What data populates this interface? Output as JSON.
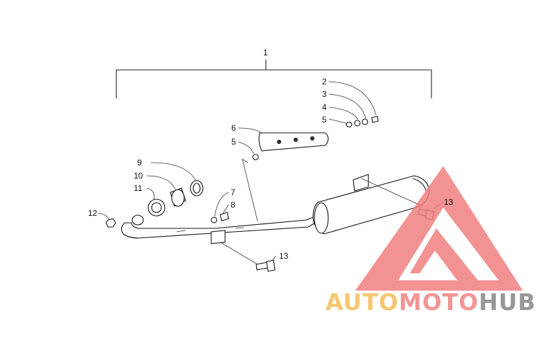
{
  "callouts": {
    "c1": "1",
    "c2": "2",
    "c3": "3",
    "c4": "4",
    "c5a": "5",
    "c5b": "5",
    "c6": "6",
    "c7": "7",
    "c8": "8",
    "c9": "9",
    "c10": "10",
    "c11": "11",
    "c12": "12",
    "c13a": "13",
    "c13b": "13"
  },
  "watermark": {
    "auto": "AUTO",
    "moto": "MOTO",
    "hub": "HUB",
    "colors": {
      "auto": "#f6c163",
      "moto": "#f08a8a",
      "hub": "#8c8c8c",
      "triangle": "#f28080"
    }
  }
}
